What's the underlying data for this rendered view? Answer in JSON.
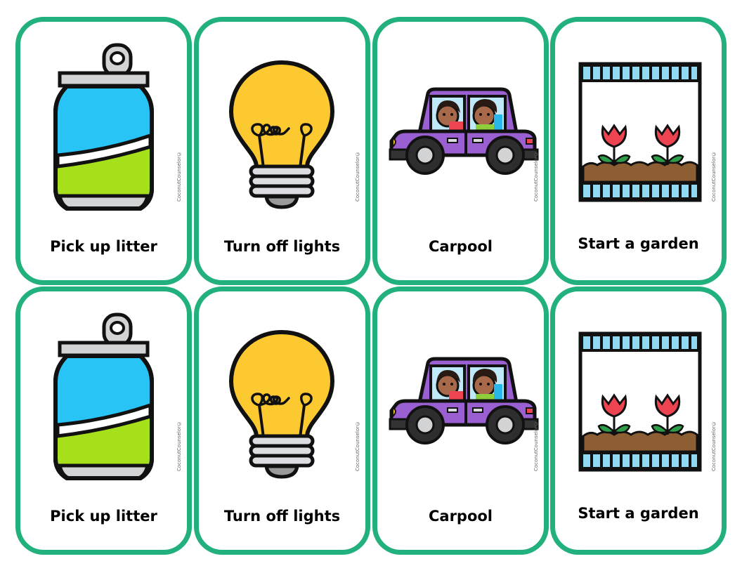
{
  "sheet": {
    "border_color": "#22b07d",
    "watermark": "CoconutCounselor©"
  },
  "rows": [
    {
      "cards": [
        {
          "label": "Pick up litter",
          "icon": "soda-can-icon"
        },
        {
          "label": "Turn off lights",
          "icon": "lightbulb-icon"
        },
        {
          "label": "Carpool",
          "icon": "car-with-kids-icon"
        },
        {
          "label": "Start a garden",
          "icon": "seed-packet-flowers-icon"
        }
      ]
    },
    {
      "cards": [
        {
          "label": "Pick up litter",
          "icon": "soda-can-icon"
        },
        {
          "label": "Turn off lights",
          "icon": "lightbulb-icon"
        },
        {
          "label": "Carpool",
          "icon": "car-with-kids-icon"
        },
        {
          "label": "Start a garden",
          "icon": "seed-packet-flowers-icon"
        }
      ]
    }
  ],
  "colors": {
    "can_blue": "#29c4f6",
    "can_green": "#a6e01b",
    "can_silver": "#d2d3d5",
    "bulb_yellow": "#fdc931",
    "bulb_base": "#dcdde0",
    "car_purple": "#9a5fd0",
    "garden_stripe": "#8fd9f2",
    "tulip_red": "#ee4452",
    "leaf_green": "#2f9e48",
    "soil_brown": "#8d5e33"
  }
}
